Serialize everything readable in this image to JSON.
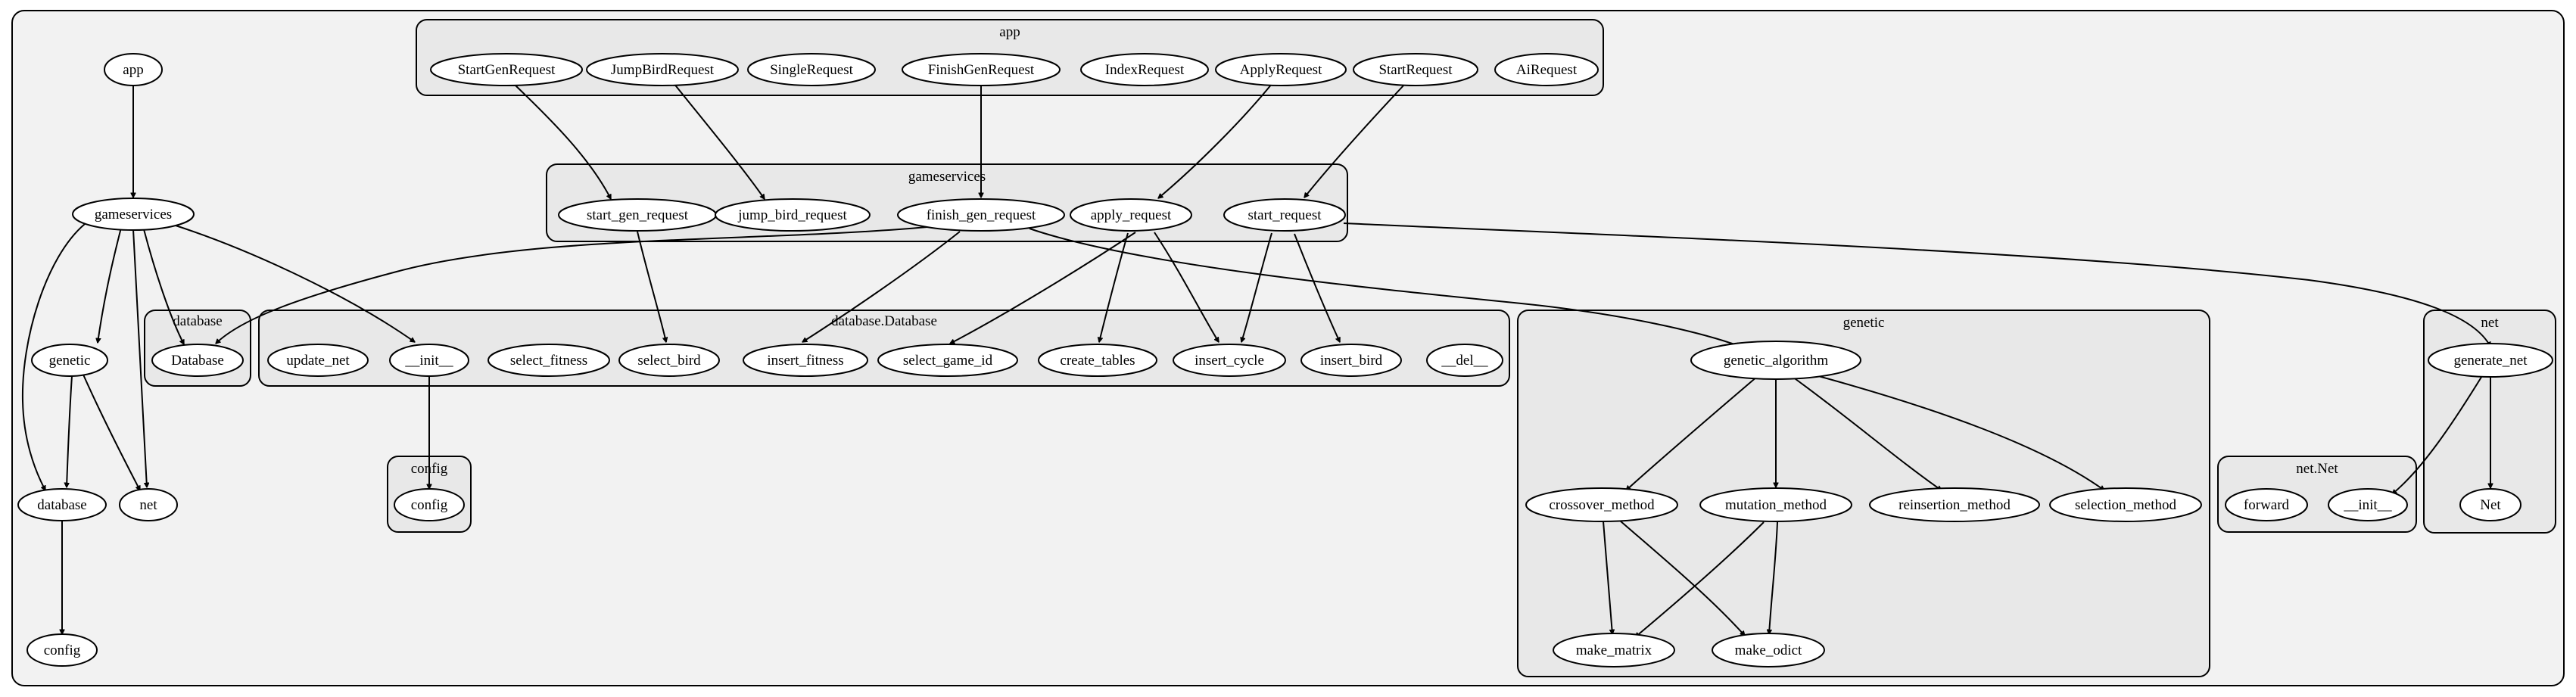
{
  "clusters": {
    "app": "app",
    "gameservices": "gameservices",
    "database": "database",
    "database_Database": "database.Database",
    "config": "config",
    "genetic": "genetic",
    "net": "net",
    "net_Net": "net.Net"
  },
  "nodes": {
    "n_app": "app",
    "n_gameservices": "gameservices",
    "n_genetic": "genetic",
    "n_database": "database",
    "n_net": "net",
    "n_config": "config",
    "a_StartGenRequest": "StartGenRequest",
    "a_JumpBirdRequest": "JumpBirdRequest",
    "a_SingleRequest": "SingleRequest",
    "a_FinishGenRequest": "FinishGenRequest",
    "a_IndexRequest": "IndexRequest",
    "a_ApplyRequest": "ApplyRequest",
    "a_StartRequest": "StartRequest",
    "a_AiRequest": "AiRequest",
    "g_start_gen_request": "start_gen_request",
    "g_jump_bird_request": "jump_bird_request",
    "g_finish_gen_request": "finish_gen_request",
    "g_apply_request": "apply_request",
    "g_start_request": "start_request",
    "d_Database": "Database",
    "dd_update_net": "update_net",
    "dd_init": "__init__",
    "dd_select_fitness": "select_fitness",
    "dd_select_bird": "select_bird",
    "dd_insert_fitness": "insert_fitness",
    "dd_select_game_id": "select_game_id",
    "dd_create_tables": "create_tables",
    "dd_insert_cycle": "insert_cycle",
    "dd_insert_bird": "insert_bird",
    "dd_del": "__del__",
    "c_config": "config",
    "ge_genetic_algorithm": "genetic_algorithm",
    "ge_crossover_method": "crossover_method",
    "ge_mutation_method": "mutation_method",
    "ge_reinsertion_method": "reinsertion_method",
    "ge_selection_method": "selection_method",
    "ge_make_matrix": "make_matrix",
    "ge_make_odict": "make_odict",
    "ne_generate_net": "generate_net",
    "ne_Net": "Net",
    "nn_forward": "forward",
    "nn_init": "__init__"
  }
}
